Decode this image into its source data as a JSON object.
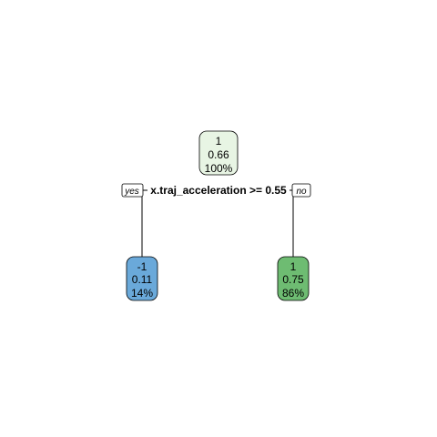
{
  "tree": {
    "root": {
      "class_label": "1",
      "probability": "0.66",
      "percent": "100%",
      "fill": "#e8f5e4"
    },
    "split": {
      "condition": "x.traj_acceleration >= 0.55",
      "yes_label": "yes",
      "no_label": "no"
    },
    "left_leaf": {
      "class_label": "-1",
      "probability": "0.11",
      "percent": "14%",
      "fill": "#6aa9da"
    },
    "right_leaf": {
      "class_label": "1",
      "probability": "0.75",
      "percent": "86%",
      "fill": "#6ebc72"
    }
  }
}
